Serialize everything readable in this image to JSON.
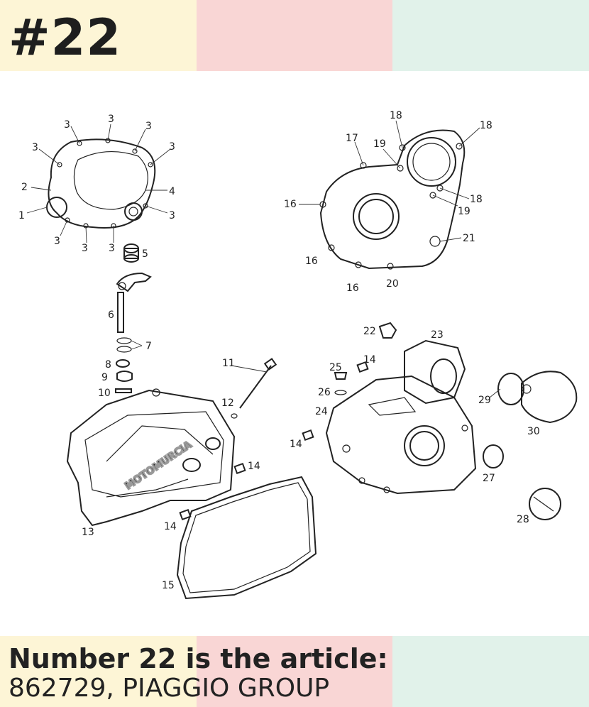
{
  "header": {
    "title": "#22"
  },
  "footer": {
    "line1": "Number 22 is the article:",
    "line2": "862729, PIAGGIO GROUP"
  },
  "watermark": "MOTOMURCIA",
  "colors": {
    "band_yellow": "#fdf5d6",
    "band_pink": "#f9d6d5",
    "band_mint": "#e1f2ea",
    "text": "#222222"
  },
  "diagram": {
    "labels": [
      "1",
      "2",
      "3",
      "4",
      "5",
      "6",
      "7",
      "8",
      "9",
      "10",
      "11",
      "12",
      "13",
      "14",
      "15",
      "16",
      "17",
      "18",
      "19",
      "20",
      "21",
      "22",
      "23",
      "24",
      "25",
      "26",
      "27",
      "28",
      "29",
      "30"
    ]
  }
}
